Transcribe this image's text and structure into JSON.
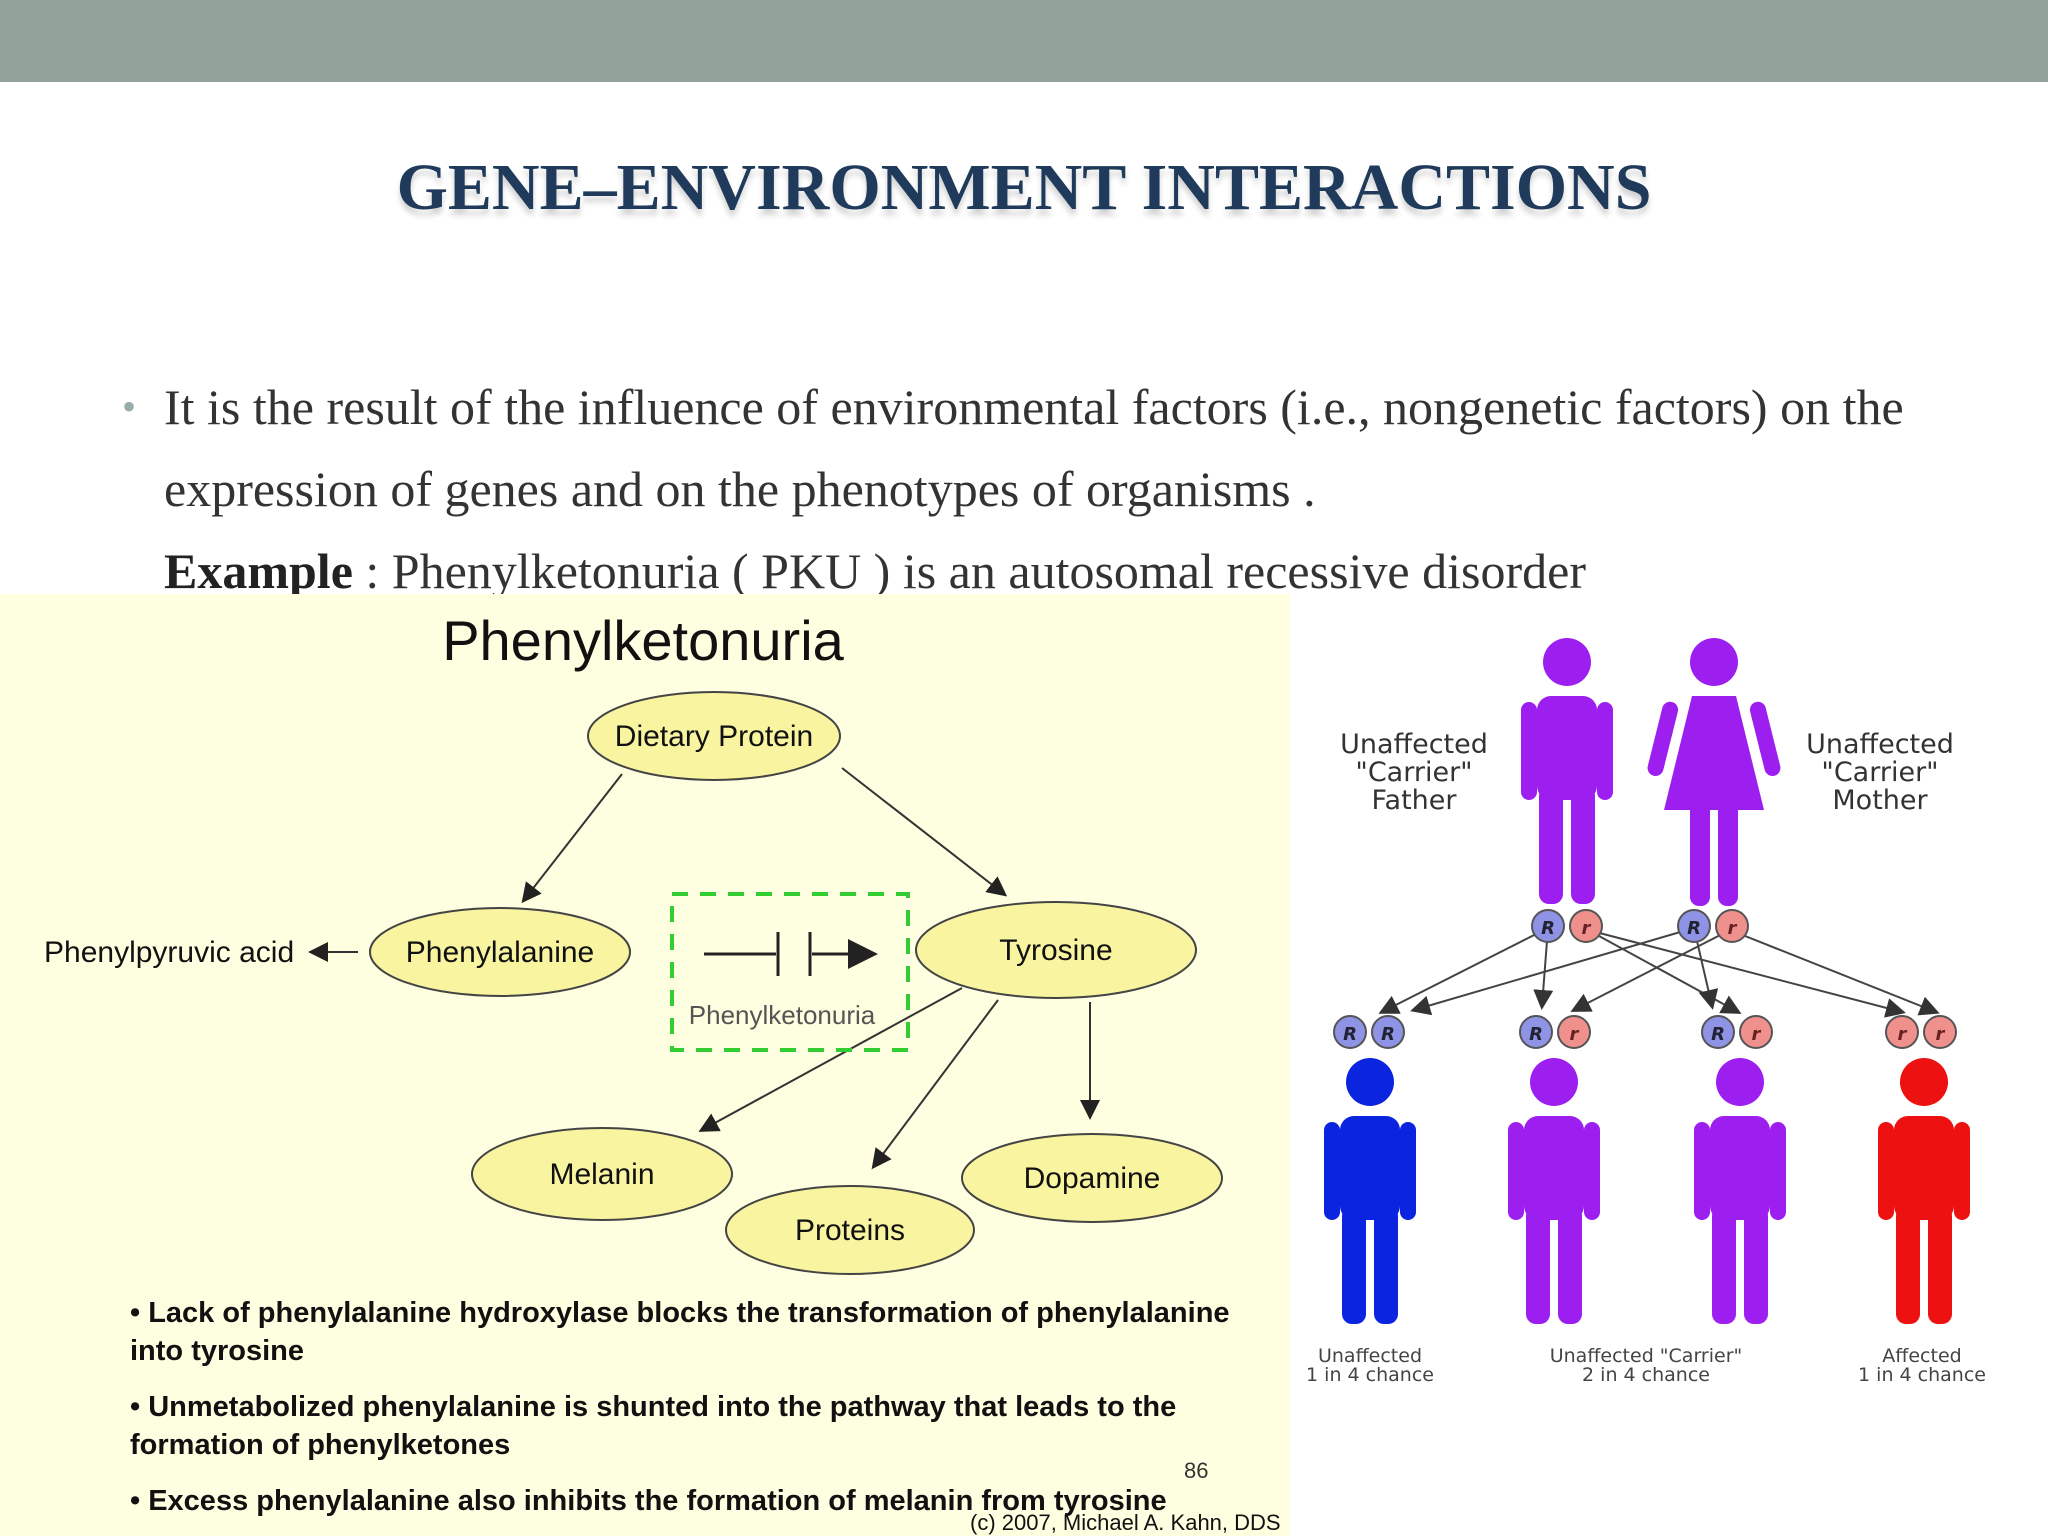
{
  "slide": {
    "title": "GENE–ENVIRONMENT INTERACTIONS",
    "bullet_marker": "•",
    "bullet_text": "It is the result of the influence of environmental factors (i.e., nongenetic factors) on the expression of genes and on the phenotypes of organisms .",
    "example_label": "Example",
    "example_text": " : Phenylketonuria (  PKU ) is an autosomal recessive disorder"
  },
  "pathway": {
    "title": "Phenylketonuria",
    "nodes": {
      "dietary_protein": "Dietary Protein",
      "phenylalanine": "Phenylalanine",
      "tyrosine": "Tyrosine",
      "phenylpyruvic_acid": "Phenylpyruvic acid",
      "melanin": "Melanin",
      "proteins": "Proteins",
      "dopamine": "Dopamine"
    },
    "block_label": "Phenylketonuria",
    "notes": [
      "• Lack of phenylalanine hydroxylase blocks the transformation of phenylalanine into tyrosine",
      "• Unmetabolized phenylalanine is shunted into the pathway that leads to the formation of phenylketones",
      "• Excess phenylalanine also inhibits the formation of melanin from tyrosine"
    ],
    "page_number": "86",
    "credit": "(c) 2007, Michael A. Kahn, DDS",
    "colors": {
      "background": "#fefee0",
      "node_fill": "#f8f4a0",
      "block_border": "#33cc33"
    }
  },
  "inheritance": {
    "father_label": [
      "Unaffected",
      "\"Carrier\"",
      "Father"
    ],
    "mother_label": [
      "Unaffected",
      "\"Carrier\"",
      "Mother"
    ],
    "allele_dominant": "R",
    "allele_recessive": "r",
    "outcomes": {
      "unaffected": [
        "Unaffected",
        "1 in 4 chance"
      ],
      "carrier": [
        "Unaffected \"Carrier\"",
        "2 in 4 chance"
      ],
      "affected": [
        "Affected",
        "1 in 4 chance"
      ]
    },
    "colors": {
      "carrier": "#9d1ff0",
      "unaffected": "#0b24e0",
      "affected": "#ee1111",
      "dominant_allele": "#8e93e6",
      "recessive_allele": "#f0908c"
    }
  }
}
